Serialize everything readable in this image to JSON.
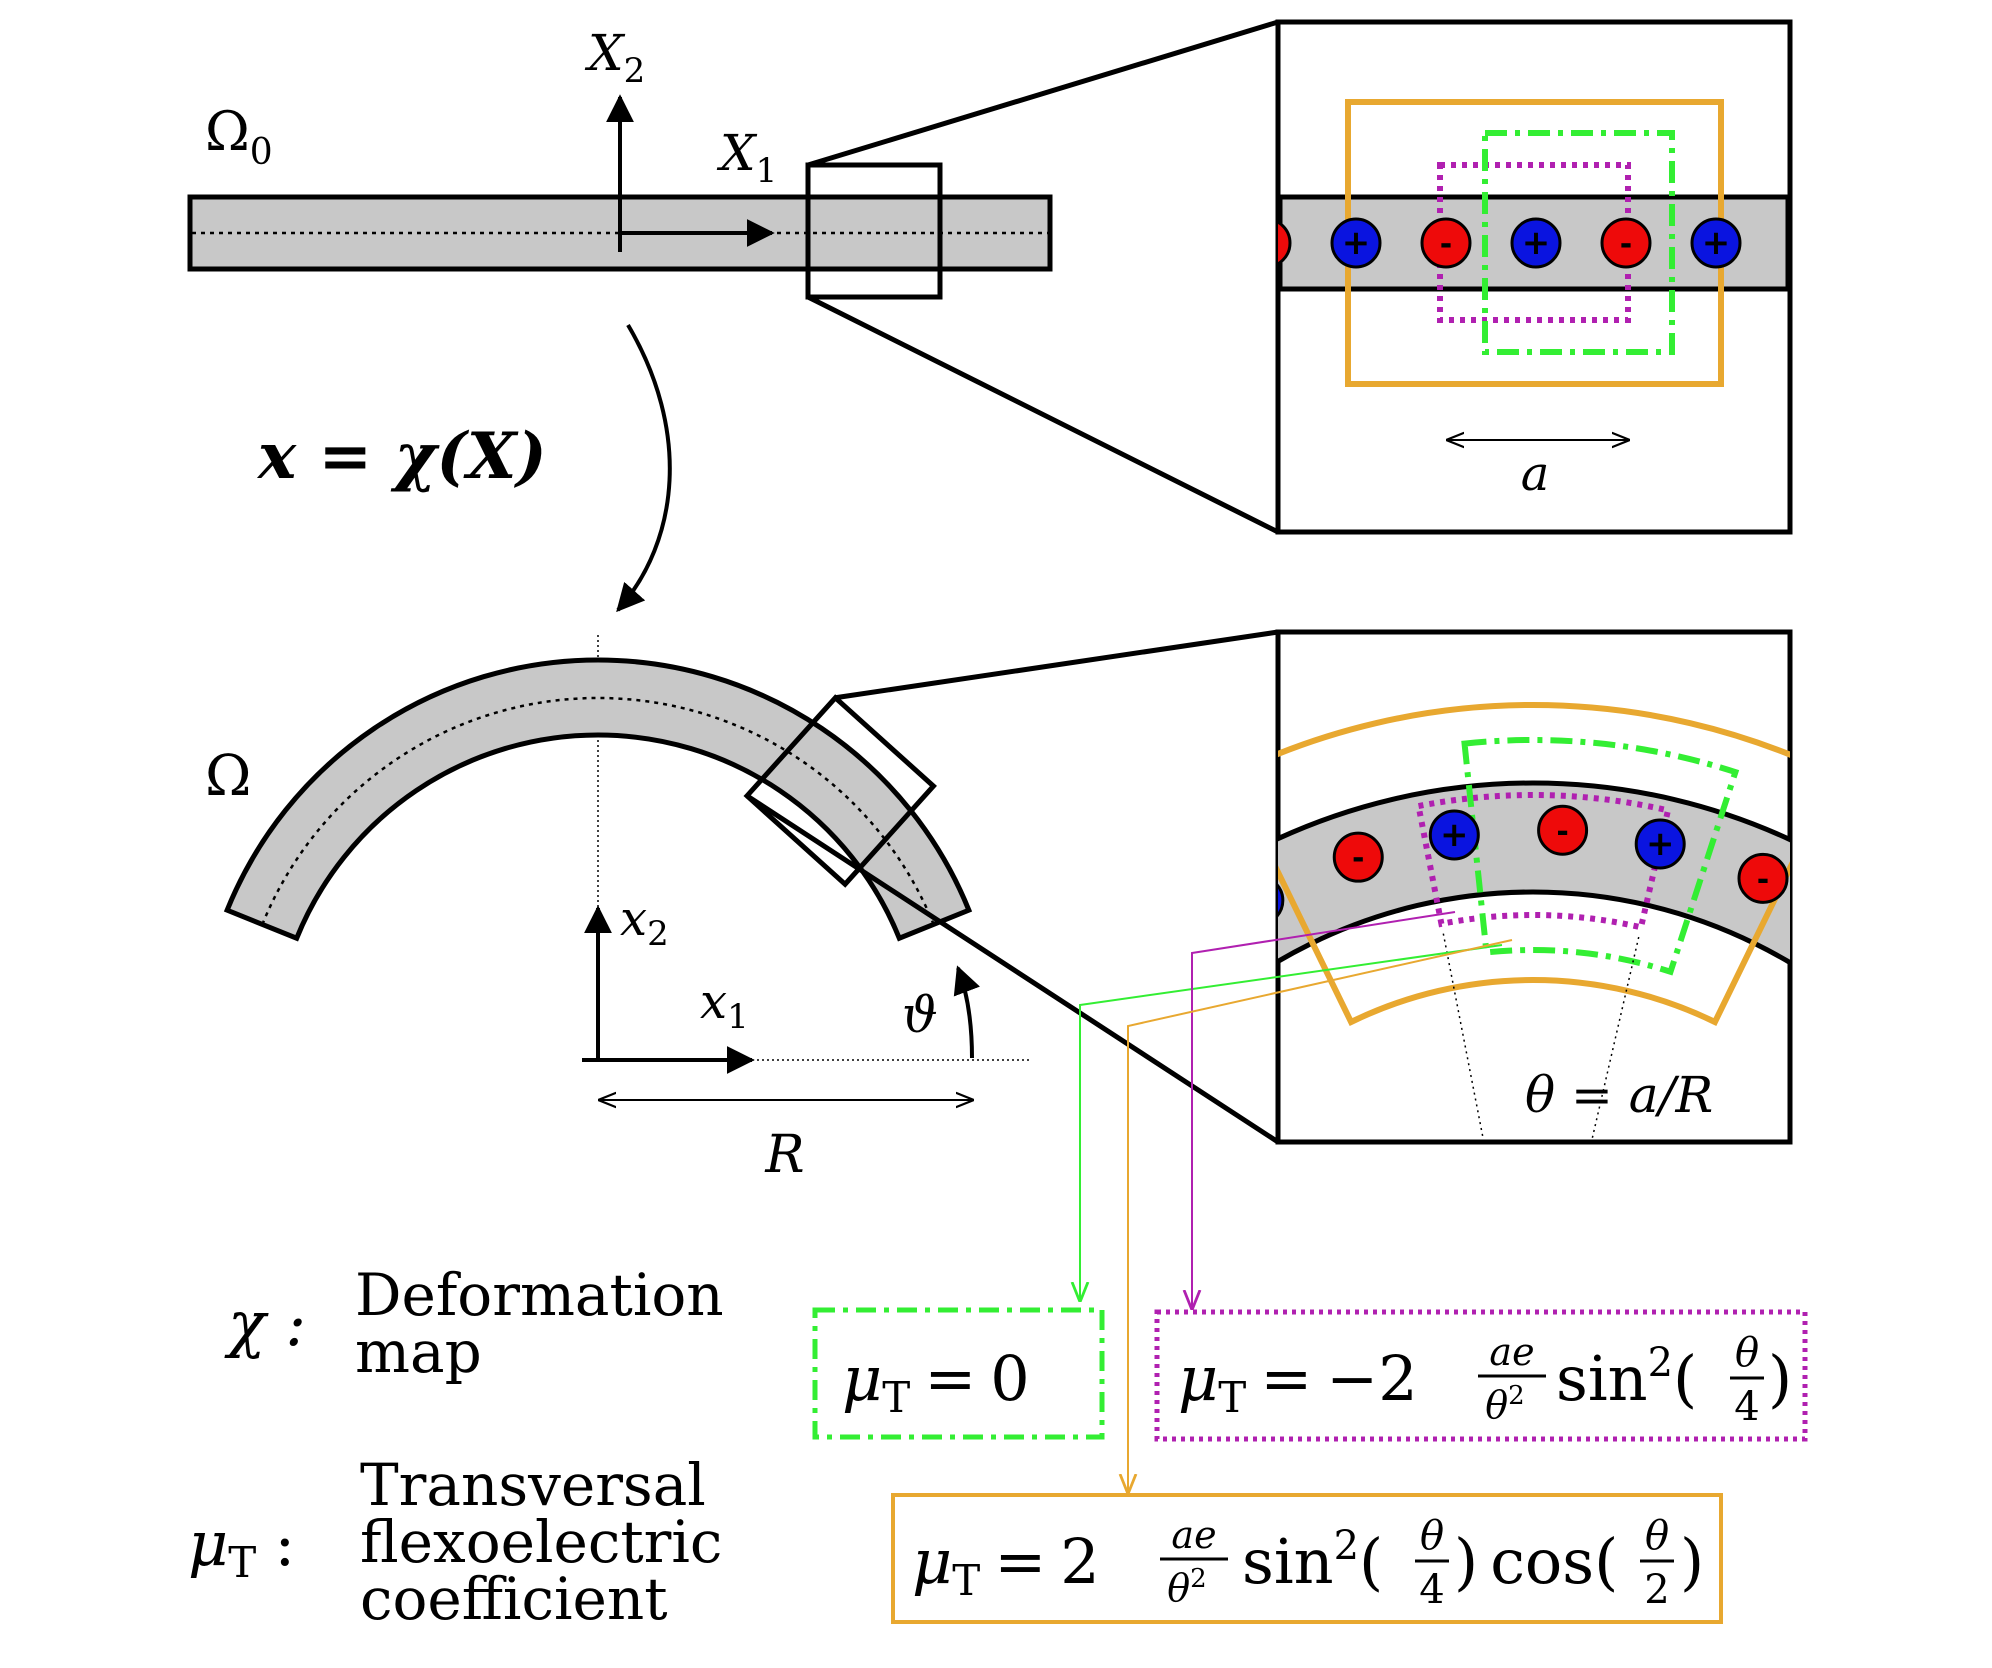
{
  "labels": {
    "omega0": "Ω",
    "omega0_sub": "0",
    "omega": "Ω",
    "X": "X",
    "X1_sub": "1",
    "X2_sub": "2",
    "x": "x",
    "x1_sub": "1",
    "x2_sub": "2",
    "map_eq": "x = χ(X)",
    "a": "a",
    "R": "R",
    "vartheta": "ϑ",
    "theta_eq": "θ = a/R"
  },
  "charges": {
    "plus": "+",
    "minus": "-"
  },
  "legend": {
    "chi_symbol": "χ :",
    "chi_line1": "Deformation",
    "chi_line2": "map",
    "mu_symbol": "μ",
    "mu_sub": "T",
    "mu_colon": ":",
    "mu_line1": "Transversal",
    "mu_line2": "flexoelectric",
    "mu_line3": "coefficient"
  },
  "formulas": {
    "green": "μT = 0",
    "magenta": "μT = −2 (ae/θ²) sin²(θ/4)",
    "orange": "μT = 2 (ae/θ²) sin²(θ/4) cos(θ/2)"
  },
  "formula_parts": {
    "mu": "μ",
    "T": "T",
    "eq": "=",
    "zero": "0",
    "neg2": "−2",
    "two": "2",
    "ae": "ae",
    "theta2": "θ",
    "sq": "2",
    "sin": "sin",
    "cos": "cos",
    "lp": "(",
    "rp": ")",
    "theta": "θ",
    "four": "4",
    "denom2": "2"
  },
  "colors": {
    "green": "#33ee33",
    "magenta": "#b020b0",
    "orange": "#e8a830",
    "charge_plus": "#0a14e0",
    "charge_minus": "#ee0a0a",
    "beam": "#c8c8c8"
  }
}
